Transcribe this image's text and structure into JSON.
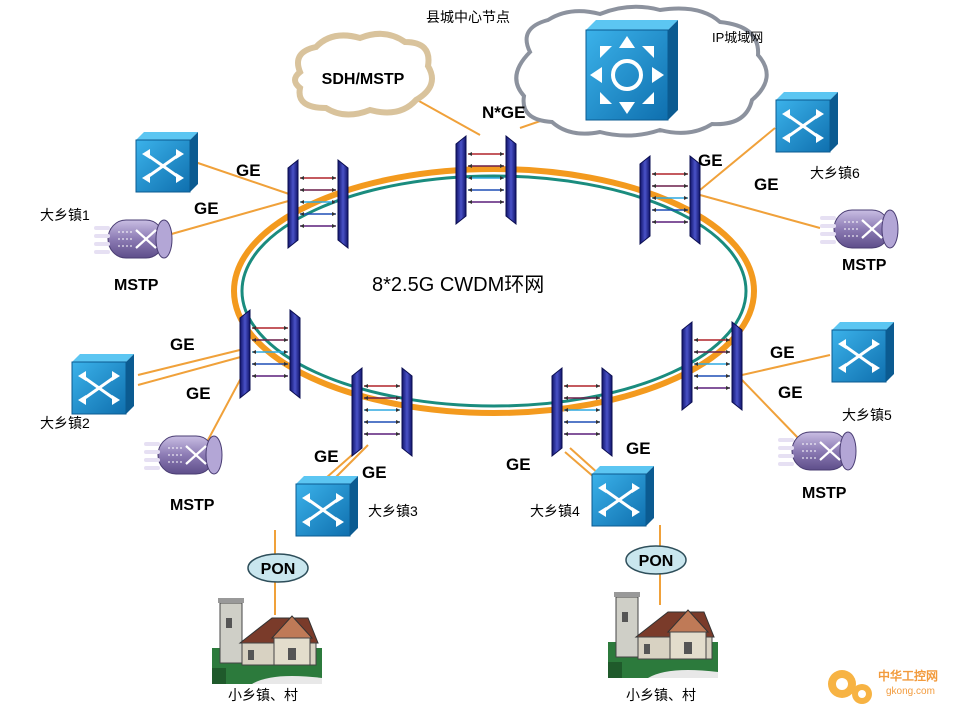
{
  "title": "县城中心节点",
  "ring_label": "8*2.5G  CWDM环网",
  "sdh_cloud_label": "SDH/MSTP",
  "ip_cloud_label": "IP城域网",
  "ngе_label": "N*GE",
  "ge_label": "GE",
  "mstp_label": "MSTP",
  "pon_label": "PON",
  "towns": {
    "t1": "大乡镇1",
    "t2": "大乡镇2",
    "t3": "大乡镇3",
    "t4": "大乡镇4",
    "t5": "大乡镇5",
    "t6": "大乡镇6"
  },
  "village_label": "小乡镇、村",
  "watermark": {
    "brand": "中华工控网",
    "url": "gkong.com"
  },
  "colors": {
    "ring_outer": "#F39A1E",
    "ring_inner": "#1A8C7E",
    "link": "#F0A13A",
    "switch_fill": "#1E8FD0",
    "mstp_fill": "#8C7BB4",
    "pon_fill": "#C9E6EE",
    "oadm_fill": "#2B2F8C"
  }
}
